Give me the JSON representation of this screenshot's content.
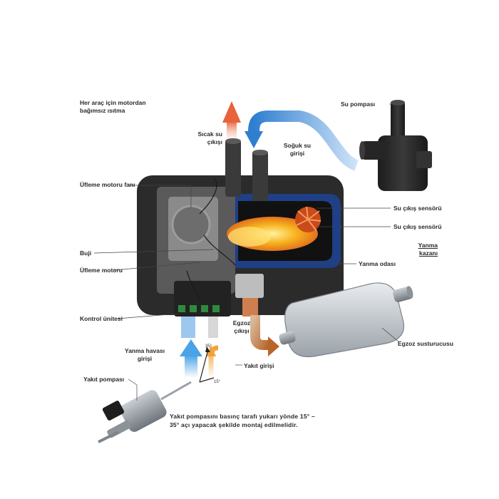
{
  "labels": {
    "independent_heating": [
      "Her araç için motordan",
      "bağımsız ısıtma"
    ],
    "hot_water_out": [
      "Sıcak su",
      "çıkışı"
    ],
    "cold_water_in": [
      "Soğuk su",
      "girişi"
    ],
    "water_pump": "Su pompası",
    "blower_fan": "Üfleme motoru fanı",
    "water_outlet_sensor_1": "Su çıkış sensörü",
    "water_outlet_sensor_2": "Su çıkış sensörü",
    "combustion_boiler": [
      "Yanma",
      "kazanı"
    ],
    "glow_plug": "Buji",
    "blower_motor": "Üfleme motoru",
    "combustion_chamber": "Yanma odası",
    "control_unit": "Kontrol ünitesi",
    "exhaust_out": [
      "Egzoz",
      "çıkışı"
    ],
    "exhaust_muffler": "Egzoz susturucusu",
    "combustion_air_in": [
      "Yanma havası",
      "girişi"
    ],
    "fuel_in": "Yakıt girişi",
    "fuel_pump": "Yakıt pompası",
    "angle_max": "35°",
    "angle_min": "15°",
    "mounting_note": "Yakıt pompasını basınç tarafı yukarı yönde 15° – 35° açı yapacak şekilde montaj edilmelidir."
  },
  "colors": {
    "hot_arrow": "#e8623a",
    "cold_arrow": "#2f7fd1",
    "air_arrow": "#4aa3e6",
    "fuel_arrow": "#f0a23a",
    "exhaust_arrow": "#b8652a",
    "flame": "#f7b21e",
    "housing": "#2b2b2b",
    "leader_line": "#444444"
  }
}
